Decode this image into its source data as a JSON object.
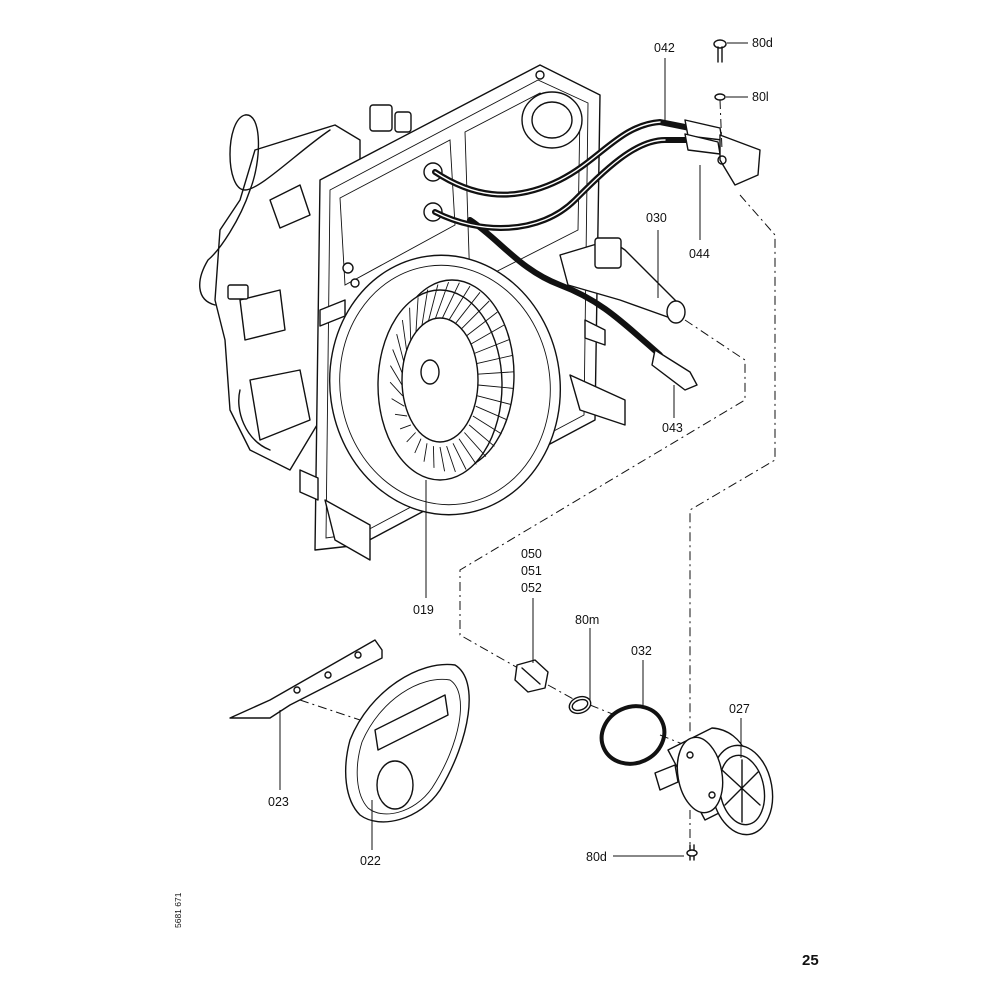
{
  "labels": {
    "p042": "042",
    "p80d_top": "80d",
    "p80l": "80l",
    "p030": "030",
    "p044": "044",
    "p043": "043",
    "p019": "019",
    "p050": "050",
    "p051": "051",
    "p052": "052",
    "p80m": "80m",
    "p032": "032",
    "p027": "027",
    "p023": "023",
    "p022": "022",
    "p80d_bottom": "80d"
  },
  "page_number": "25",
  "document_number": "5681 671"
}
